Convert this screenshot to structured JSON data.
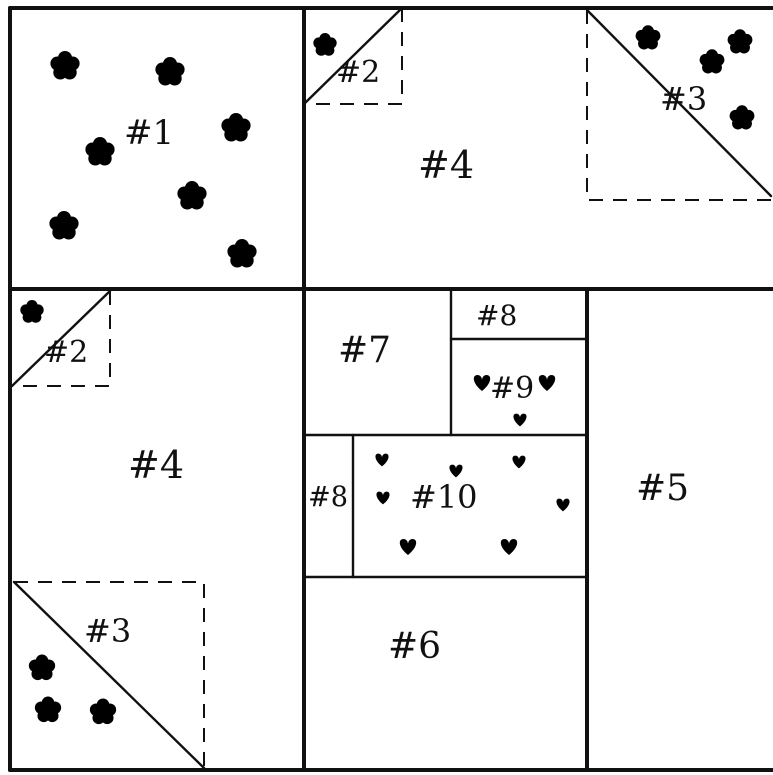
{
  "diagram": {
    "pieces": {
      "p1": "#1",
      "p2_top": "#2",
      "p3_top": "#3",
      "p4_top": "#4",
      "p2_left": "#2",
      "p4_left": "#4",
      "p3_left": "#3",
      "p7": "#7",
      "p8_top": "#8",
      "p9": "#9",
      "p8_left": "#8",
      "p10": "#10",
      "p5": "#5",
      "p6": "#6"
    },
    "motifs": {
      "flower": "flower-icon",
      "heart": "heart-icon"
    },
    "colors": {
      "ink": "#111111",
      "paper": "#ffffff"
    }
  }
}
